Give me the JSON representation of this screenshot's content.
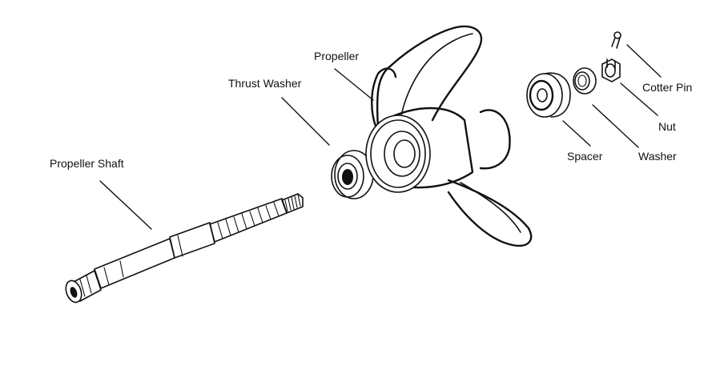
{
  "labels": {
    "propeller": "Propeller",
    "thrust_washer": "Thrust Washer",
    "propeller_shaft": "Propeller Shaft",
    "cotter_pin": "Cotter Pin",
    "nut": "Nut",
    "spacer": "Spacer",
    "washer": "Washer"
  }
}
